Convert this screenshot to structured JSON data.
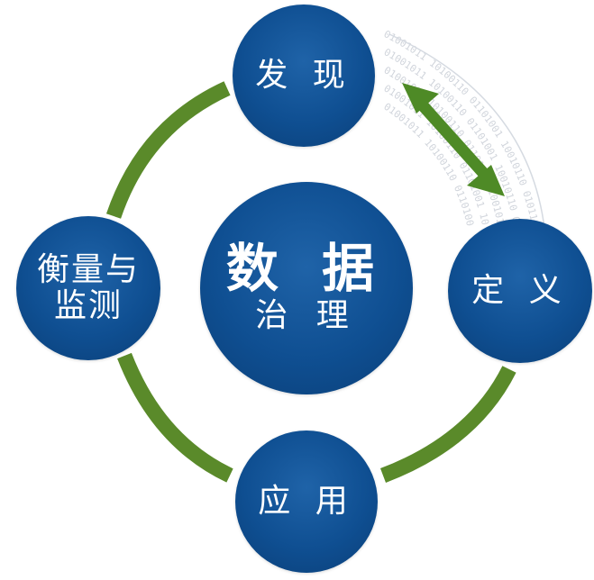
{
  "center": {
    "line1": "数 据",
    "line2": "治 理"
  },
  "nodes": {
    "top": "发 现",
    "right": "定 义",
    "bottom": "应 用",
    "left_line1": "衡量与",
    "left_line2": "监测"
  },
  "binary_text": "01001011 10100110 01101001 10010110 01011010 11001010 10110011 01101100 10011010 01010011 11001101",
  "colors": {
    "node_blue": "#0f4f92",
    "ring_green": "#5a8a2a",
    "arrow_green": "#4e8a26",
    "binary_gray": "#c9ced6"
  },
  "icons": [
    "double-arrow-icon"
  ]
}
